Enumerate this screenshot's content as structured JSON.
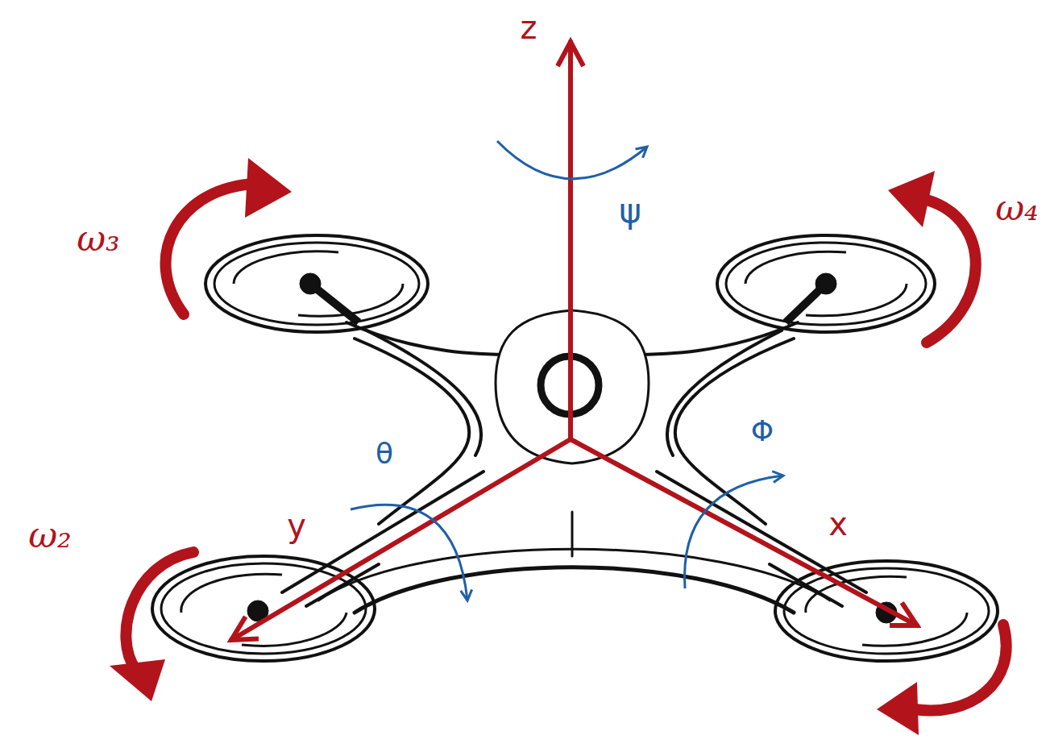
{
  "diagram": {
    "labels": [
      "z",
      "ψ",
      "ω₃",
      "ω₄",
      "θ",
      "Φ",
      "y",
      "x",
      "ω₂"
    ]
  }
}
